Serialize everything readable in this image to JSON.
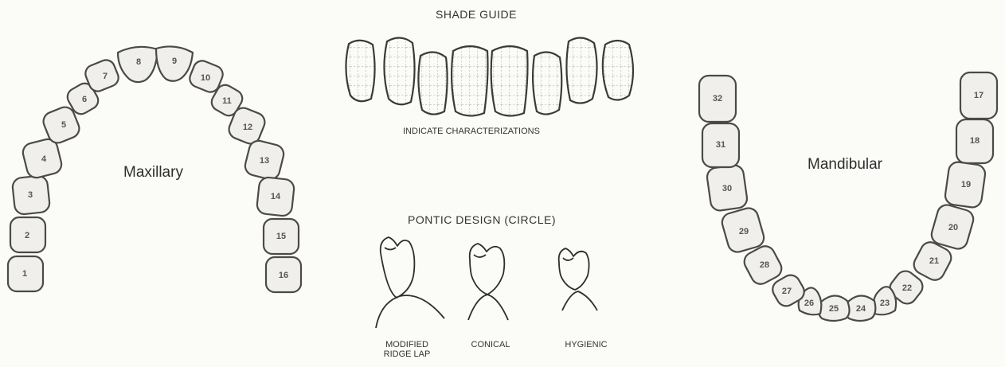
{
  "shade_guide": {
    "title": "SHADE GUIDE",
    "caption": "INDICATE CHARACTERIZATIONS"
  },
  "pontic_design": {
    "title": "PONTIC DESIGN (CIRCLE)",
    "options": [
      {
        "label": "MODIFIED RIDGE LAP"
      },
      {
        "label": "CONICAL"
      },
      {
        "label": "HYGIENIC"
      }
    ]
  },
  "maxillary": {
    "label": "Maxillary",
    "teeth": [
      "1",
      "2",
      "3",
      "4",
      "5",
      "6",
      "7",
      "8",
      "9",
      "10",
      "11",
      "12",
      "13",
      "14",
      "15",
      "16"
    ]
  },
  "mandibular": {
    "label": "Mandibular",
    "teeth": [
      "17",
      "18",
      "19",
      "20",
      "21",
      "22",
      "23",
      "24",
      "25",
      "26",
      "27",
      "28",
      "29",
      "30",
      "31",
      "32"
    ]
  }
}
